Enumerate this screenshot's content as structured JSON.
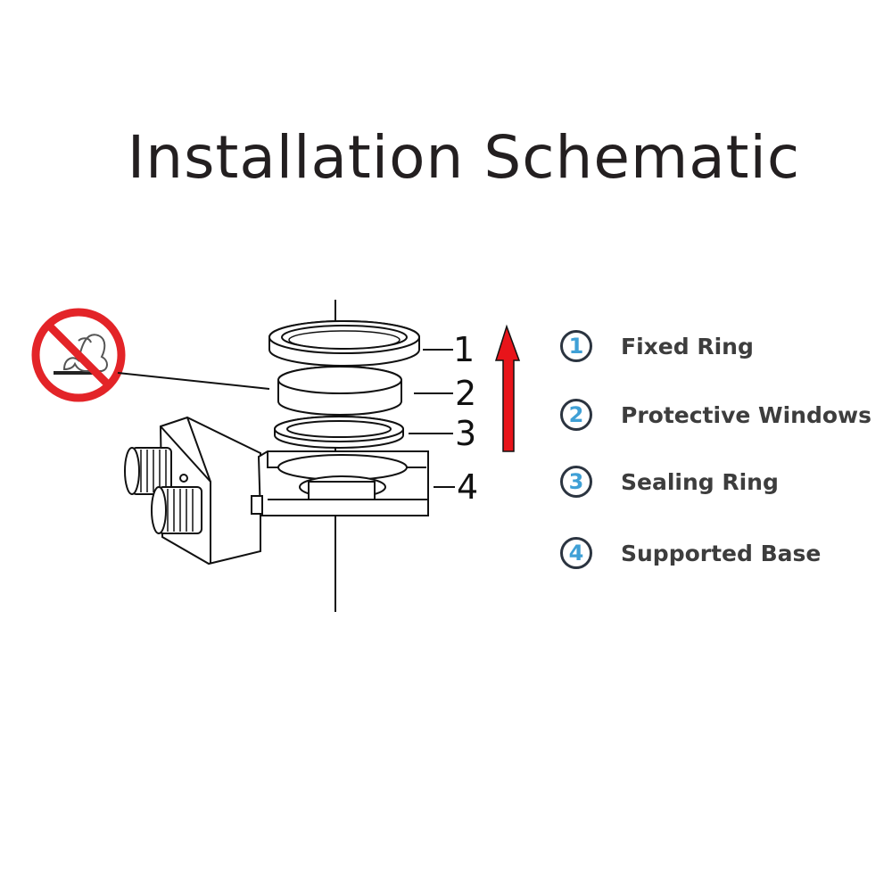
{
  "title": "Installation Schematic",
  "accent_color": "#3fa0d6",
  "arrow_color": "#e8141a",
  "warning_color": "#e32428",
  "icons": {
    "warning": "no-hand-touch-icon",
    "direction": "up-arrow-icon"
  },
  "callouts": [
    "1",
    "2",
    "3",
    "4"
  ],
  "legend": [
    {
      "number": "1",
      "label": "Fixed Ring"
    },
    {
      "number": "2",
      "label": "Protective Windows"
    },
    {
      "number": "3",
      "label": "Sealing Ring"
    },
    {
      "number": "4",
      "label": "Supported Base"
    }
  ]
}
